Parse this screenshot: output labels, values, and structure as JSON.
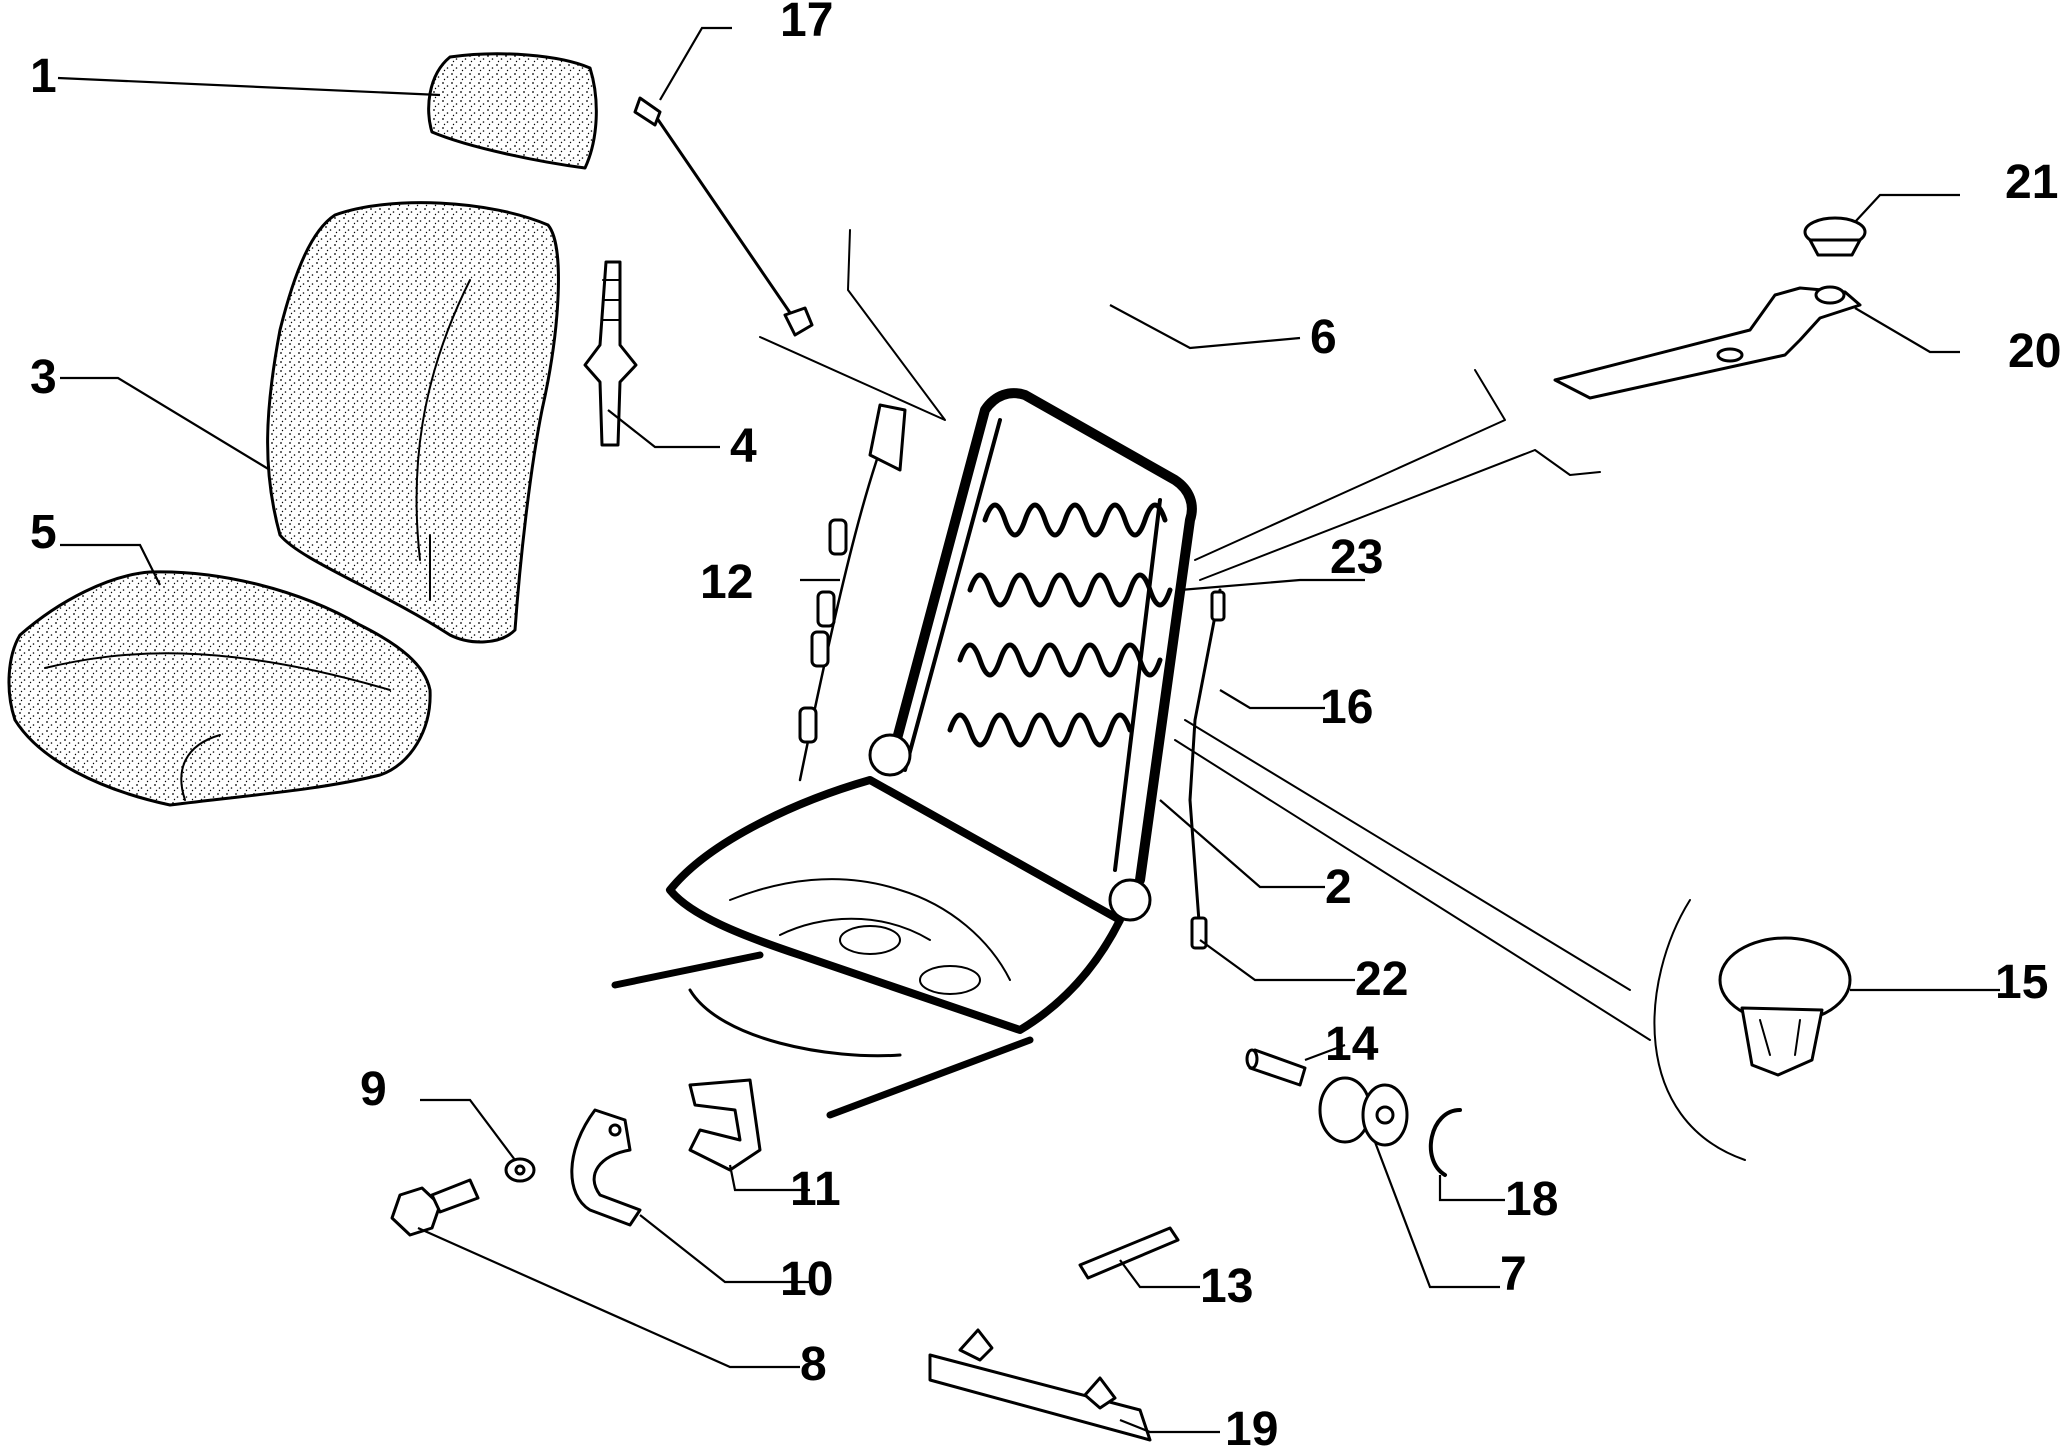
{
  "diagram": {
    "callouts": [
      {
        "number": "1",
        "part": "headrest-pad"
      },
      {
        "number": "2",
        "part": "spring-wire"
      },
      {
        "number": "3",
        "part": "backrest-cushion"
      },
      {
        "number": "4",
        "part": "headrest-guide"
      },
      {
        "number": "5",
        "part": "seat-cushion"
      },
      {
        "number": "6",
        "part": "seat-frame"
      },
      {
        "number": "7",
        "part": "recliner-knob"
      },
      {
        "number": "8",
        "part": "bolt"
      },
      {
        "number": "9",
        "part": "washer"
      },
      {
        "number": "10",
        "part": "bracket-clamp"
      },
      {
        "number": "11",
        "part": "cover-clip"
      },
      {
        "number": "12",
        "part": "cable-harness"
      },
      {
        "number": "13",
        "part": "cover-strip"
      },
      {
        "number": "14",
        "part": "pin-sleeve"
      },
      {
        "number": "15",
        "part": "push-fastener"
      },
      {
        "number": "16",
        "part": "side-spring"
      },
      {
        "number": "17",
        "part": "release-rod"
      },
      {
        "number": "18",
        "part": "circlip"
      },
      {
        "number": "19",
        "part": "rail-trim"
      },
      {
        "number": "20",
        "part": "support-bracket"
      },
      {
        "number": "21",
        "part": "cap-button"
      },
      {
        "number": "22",
        "part": "tension-spring"
      },
      {
        "number": "23",
        "part": "zigzag-spring"
      }
    ],
    "colors": {
      "ink": "#000000",
      "paper": "#ffffff"
    }
  }
}
